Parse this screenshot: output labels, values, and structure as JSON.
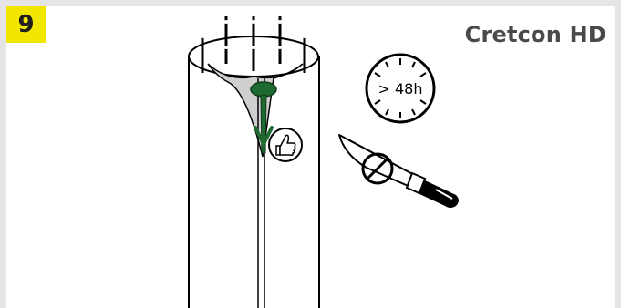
{
  "step": {
    "number": "9"
  },
  "product": {
    "name": "Cretcon HD"
  },
  "timer": {
    "label": "> 48h"
  },
  "icons": [
    "thumbs-up-icon",
    "clock-icon",
    "no-knife-icon",
    "green-plug-icon"
  ],
  "colors": {
    "badge": "#f2e600",
    "plug": "#1e6b32",
    "fill": "#cfcfcf"
  }
}
